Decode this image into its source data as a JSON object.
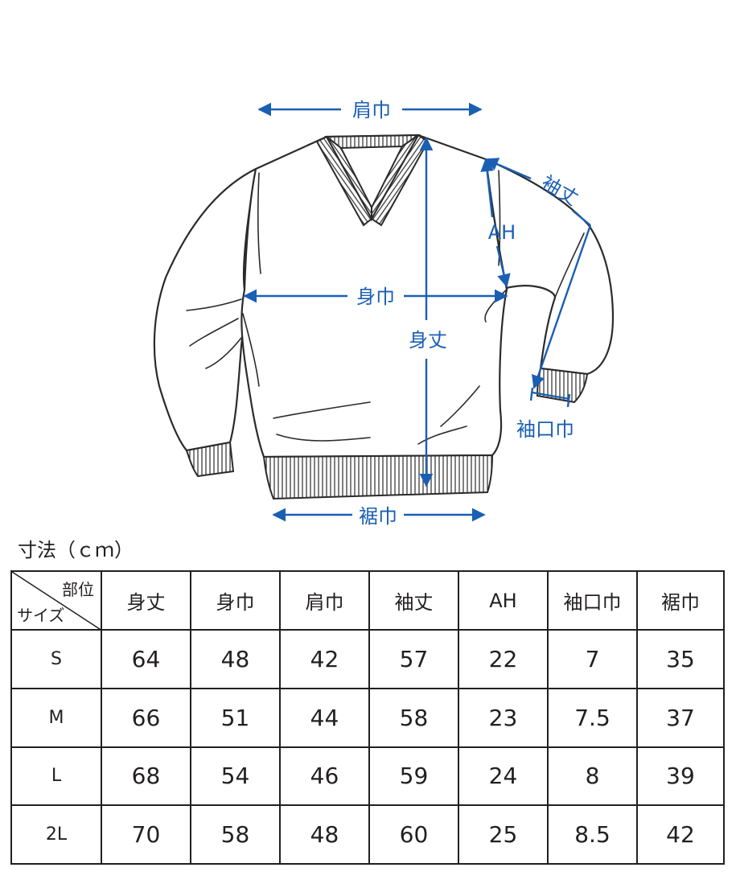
{
  "diagram": {
    "labels": {
      "shoulder": "肩巾",
      "sleeve": "袖丈",
      "ah": "AH",
      "chest": "身巾",
      "length": "身丈",
      "cuff": "袖口巾",
      "hem": "裾巾"
    },
    "colors": {
      "accent": "#1a5fb4",
      "line": "#2b2b2b"
    }
  },
  "unit_title": "寸法（ｃｍ）",
  "table": {
    "corner_top": "部位",
    "corner_bottom": "サイズ",
    "headers": [
      "身丈",
      "身巾",
      "肩巾",
      "袖丈",
      "AH",
      "袖口巾",
      "裾巾"
    ],
    "rows": [
      {
        "size": "S",
        "values": [
          "64",
          "48",
          "42",
          "57",
          "22",
          "7",
          "35"
        ]
      },
      {
        "size": "M",
        "values": [
          "66",
          "51",
          "44",
          "58",
          "23",
          "7.5",
          "37"
        ]
      },
      {
        "size": "L",
        "values": [
          "68",
          "54",
          "46",
          "59",
          "24",
          "8",
          "39"
        ]
      },
      {
        "size": "2L",
        "values": [
          "70",
          "58",
          "48",
          "60",
          "25",
          "8.5",
          "42"
        ]
      }
    ]
  }
}
